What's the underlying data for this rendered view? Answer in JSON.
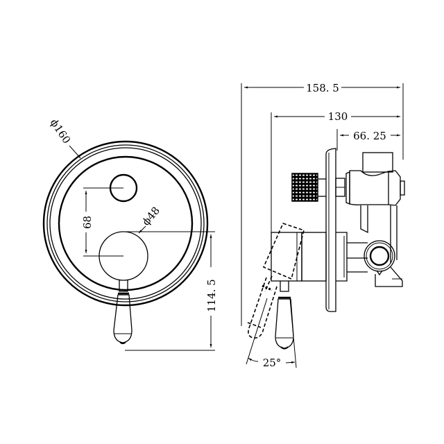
{
  "drawing": {
    "background": "#ffffff",
    "line_color": "#000000",
    "front_view": {
      "labels": {
        "outer_diameter": "ϕ160",
        "handle_diameter": "ϕ48",
        "center_spacing": "68",
        "handle_to_lever_tip": "114. 5"
      }
    },
    "side_view": {
      "labels": {
        "overall_depth": "158. 5",
        "body_depth": "130",
        "valve_depth": "66. 25",
        "lever_rotation": "25°"
      }
    }
  }
}
